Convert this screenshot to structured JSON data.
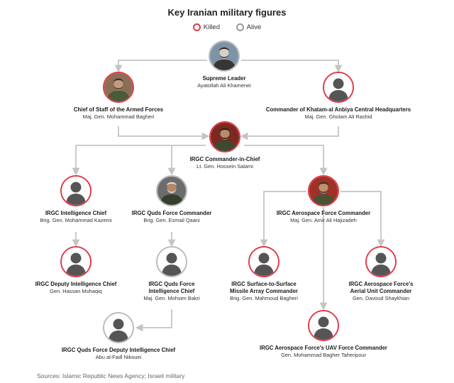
{
  "title": "Key Iranian military figures",
  "legend": {
    "killed_label": "Killed",
    "alive_label": "Alive",
    "killed_color": "#e0394a",
    "alive_color": "#9a9a9a"
  },
  "nodes": [
    {
      "id": "supreme",
      "role": [
        "Supreme Leader"
      ],
      "name": "Ayatollah Ali Khamenei",
      "status": "alive",
      "photo": true
    },
    {
      "id": "chief_staff",
      "role": [
        "Chief of Staff of the Armed Forces"
      ],
      "name": "Maj. Gen. Mohammad Bagheri",
      "status": "killed",
      "photo": true
    },
    {
      "id": "khatam",
      "role": [
        "Commander of Khatam-al Anbiya Central Headquarters"
      ],
      "name": "Maj. Gen. Gholam Ali Rashid",
      "status": "killed",
      "photo": false
    },
    {
      "id": "irgc",
      "role": [
        "IRGC Commander-in-Chief"
      ],
      "name": "Lt. Gen. Hossein Salami",
      "status": "killed",
      "photo": true
    },
    {
      "id": "intel",
      "role": [
        "IRGC Intelligence Chief"
      ],
      "name": "Brig. Gen. Mohammad Kazemi",
      "status": "killed",
      "photo": false
    },
    {
      "id": "quds",
      "role": [
        "IRGC Quds Force Commander"
      ],
      "name": "Brig. Gen. Esmail Qaani",
      "status": "alive",
      "photo": true
    },
    {
      "id": "aero",
      "role": [
        "IRGC Aerospace Force Commander"
      ],
      "name": "Maj. Gen. Amir Ali Hajizadeh",
      "status": "killed",
      "photo": true
    },
    {
      "id": "dep_intel",
      "role": [
        "IRGC Deputy Intelligence Chief"
      ],
      "name": "Gen. Hassan Mohaqiq",
      "status": "killed",
      "photo": false
    },
    {
      "id": "quds_intel",
      "role": [
        "IRGC Quds Force",
        "Intelligence Chief"
      ],
      "name": "Maj. Gen. Mohsen Bakri",
      "status": "alive",
      "photo": false
    },
    {
      "id": "surface",
      "role": [
        "IRGC Surface-to-Surface",
        "Missile Array Commander"
      ],
      "name": "Brig. Gen. Mahmoud Bagheri",
      "status": "killed",
      "photo": false
    },
    {
      "id": "aerial",
      "role": [
        "IRGC Aerospace Force's",
        "Aerial Unit Commander"
      ],
      "name": "Gen. Davoud Shaykhian",
      "status": "killed",
      "photo": false
    },
    {
      "id": "quds_dep",
      "role": [
        "IRGC Quds Force Deputy Intelligence Chief"
      ],
      "name": "Abu al-Fadl Nikouei",
      "status": "alive",
      "photo": false
    },
    {
      "id": "uav",
      "role": [
        "IRGC Aerospace Force's UAV Force Commander"
      ],
      "name": "Gen. Mohammad Bagher Taheripour",
      "status": "killed",
      "photo": false
    }
  ],
  "source": "Sources: Islamic Republic News Agency; Israeli military"
}
